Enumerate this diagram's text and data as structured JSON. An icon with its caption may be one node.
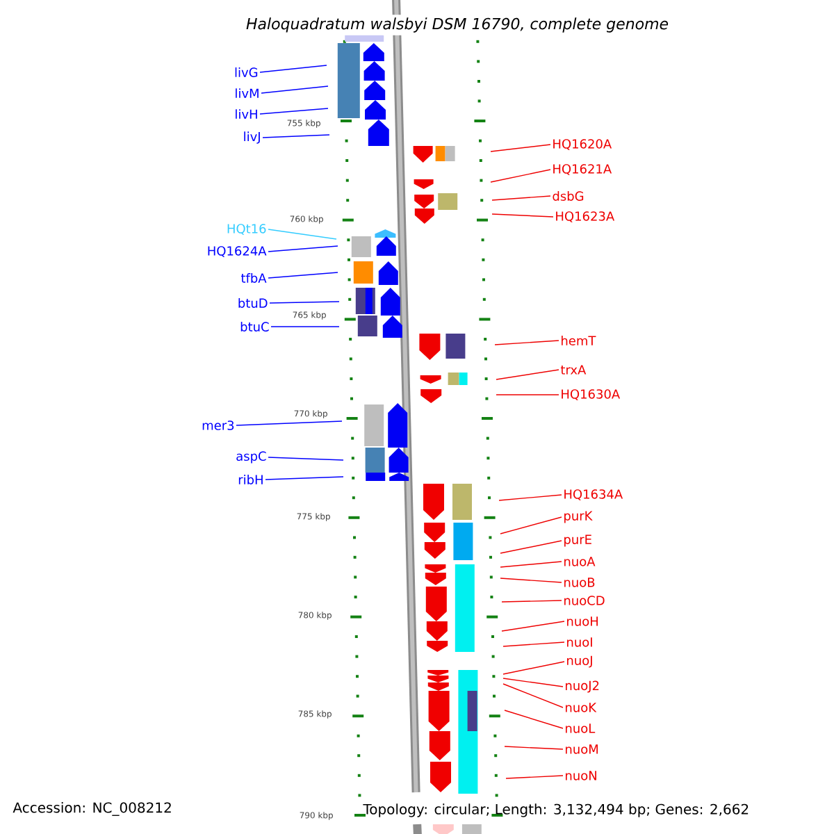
{
  "diagram": {
    "title": "Haloquadratum walsbyi DSM 16790, complete genome",
    "nodes": [
      {
        "text": [
          "livG"
        ]
      },
      {
        "text": [
          "livM"
        ]
      },
      {
        "text": [
          "livH"
        ]
      },
      {
        "text": [
          "livJ"
        ]
      },
      {
        "text": [
          "HQt16"
        ]
      },
      {
        "text": [
          "HQ1624A"
        ]
      },
      {
        "text": [
          "tfbA"
        ]
      },
      {
        "text": [
          "btuD"
        ]
      },
      {
        "text": [
          "btuC"
        ]
      },
      {
        "text": [
          "mer3"
        ]
      },
      {
        "text": [
          "aspC"
        ]
      },
      {
        "text": [
          "ribH"
        ]
      },
      {
        "text": [
          "HQ1620A"
        ]
      },
      {
        "text": [
          "HQ1621A"
        ]
      },
      {
        "text": [
          "dsbG"
        ]
      },
      {
        "text": [
          "HQ1623A"
        ]
      },
      {
        "text": [
          "hemT"
        ]
      },
      {
        "text": [
          "trxA"
        ]
      },
      {
        "text": [
          "HQ1630A"
        ]
      },
      {
        "text": [
          "HQ1634A"
        ]
      },
      {
        "text": [
          "purK"
        ]
      },
      {
        "text": [
          "purE"
        ]
      },
      {
        "text": [
          "nuoA"
        ]
      },
      {
        "text": [
          "nuoB"
        ]
      },
      {
        "text": [
          "nuoCD"
        ]
      },
      {
        "text": [
          "nuoH"
        ]
      },
      {
        "text": [
          "nuoI"
        ]
      },
      {
        "text": [
          "nuoJ"
        ]
      },
      {
        "text": [
          "nuoJ2"
        ]
      },
      {
        "text": [
          "nuoK"
        ]
      },
      {
        "text": [
          "nuoL"
        ]
      },
      {
        "text": [
          "nuoM"
        ]
      },
      {
        "text": [
          "nuoN"
        ]
      }
    ],
    "edges": [
      {
        "from": 0,
        "to": null,
        "arrow": "none",
        "color": "#0000ff"
      },
      {
        "from": 1,
        "to": null,
        "arrow": "none",
        "color": "#0000ff"
      },
      {
        "from": 2,
        "to": null,
        "arrow": "none",
        "color": "#0000ff"
      },
      {
        "from": 3,
        "to": null,
        "arrow": "none",
        "color": "#0000ff"
      },
      {
        "from": 4,
        "to": null,
        "arrow": "none",
        "color": "#33ccff"
      },
      {
        "from": 5,
        "to": null,
        "arrow": "none",
        "color": "#0000ff"
      },
      {
        "from": 6,
        "to": null,
        "arrow": "none",
        "color": "#0000ff"
      },
      {
        "from": 7,
        "to": null,
        "arrow": "none",
        "color": "#0000ff"
      },
      {
        "from": 8,
        "to": null,
        "arrow": "none",
        "color": "#0000ff"
      },
      {
        "from": 9,
        "to": null,
        "arrow": "none",
        "color": "#0000ff"
      },
      {
        "from": 10,
        "to": null,
        "arrow": "none",
        "color": "#0000ff"
      },
      {
        "from": 11,
        "to": null,
        "arrow": "none",
        "color": "#0000ff"
      },
      {
        "from": 12,
        "to": null,
        "arrow": "none"
      },
      {
        "from": 13,
        "to": null,
        "arrow": "none"
      },
      {
        "from": 14,
        "to": null,
        "arrow": "none"
      },
      {
        "from": 15,
        "to": null,
        "arrow": "none"
      },
      {
        "from": 16,
        "to": null,
        "arrow": "none"
      },
      {
        "from": 17,
        "to": null,
        "arrow": "none"
      },
      {
        "from": 18,
        "to": null,
        "arrow": "none"
      },
      {
        "from": 19,
        "to": null,
        "arrow": "none"
      },
      {
        "from": 20,
        "to": null,
        "arrow": "none"
      },
      {
        "from": 21,
        "to": null,
        "arrow": "none"
      },
      {
        "from": 22,
        "to": null,
        "arrow": "none"
      },
      {
        "from": 23,
        "to": null,
        "arrow": "none"
      },
      {
        "from": 24,
        "to": null,
        "arrow": "none"
      },
      {
        "from": 25,
        "to": null,
        "arrow": "none"
      },
      {
        "from": 26,
        "to": null,
        "arrow": "none"
      },
      {
        "from": 27,
        "to": null,
        "arrow": "none"
      },
      {
        "from": 28,
        "to": null,
        "arrow": "none"
      },
      {
        "from": 29,
        "to": null,
        "arrow": "none"
      },
      {
        "from": 30,
        "to": null,
        "arrow": "none"
      },
      {
        "from": 31,
        "to": null,
        "arrow": "none"
      },
      {
        "from": 32,
        "to": null,
        "arrow": "none"
      }
    ],
    "labels": [
      "755 kbp",
      "760 kbp",
      "765 kbp",
      "770 kbp",
      "775 kbp",
      "780 kbp",
      "785 kbp",
      "790 kbp",
      "Accession: NC_008212",
      "Topology: circular; Length: 3,132,494 bp; Genes: 2,662"
    ]
  }
}
